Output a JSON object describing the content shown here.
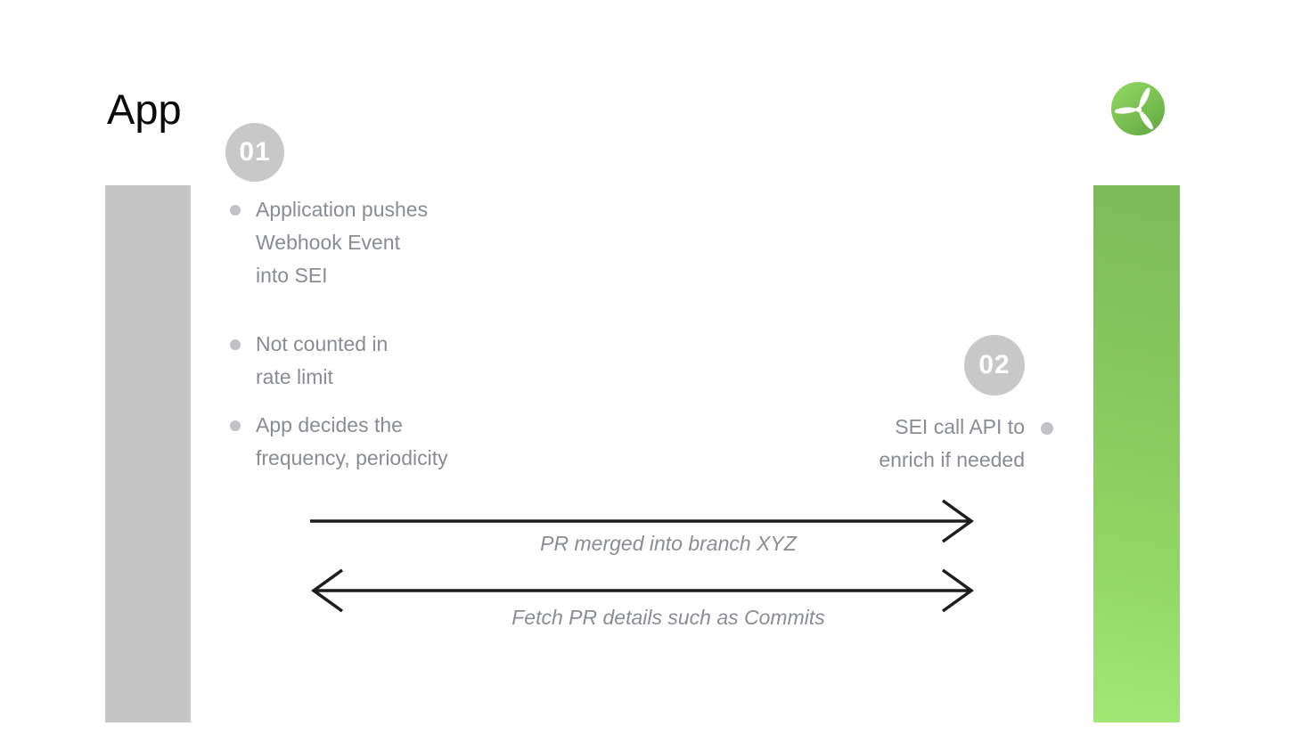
{
  "page": {
    "title": "App"
  },
  "left_panel": {
    "badge": "01",
    "bullets": [
      {
        "text": "Application pushes\nWebhook Event\ninto SEI"
      },
      {
        "text": "Not counted in\nrate limit"
      },
      {
        "text": "App decides the\nfrequency, periodicity"
      }
    ]
  },
  "right_panel": {
    "badge": "02",
    "note": "SEI call API to\nenrich if needed"
  },
  "arrows": [
    {
      "label": "PR merged into branch XYZ",
      "direction": "right"
    },
    {
      "label": "Fetch PR details such as Commits",
      "direction": "both"
    }
  ],
  "colors": {
    "bar_gray": "#c5c5c6",
    "badge_gray": "#c8c8c9",
    "text_gray": "#898d93",
    "bullet_dot_gray": "#c2c2c6",
    "arrow_black": "#1d1d1f",
    "title_black": "#0b0b0b",
    "accent_green_top": "#7cba58",
    "accent_green_bottom": "#a0e873",
    "logo_green_light": "#92d863",
    "logo_green_dark": "#63a941"
  }
}
